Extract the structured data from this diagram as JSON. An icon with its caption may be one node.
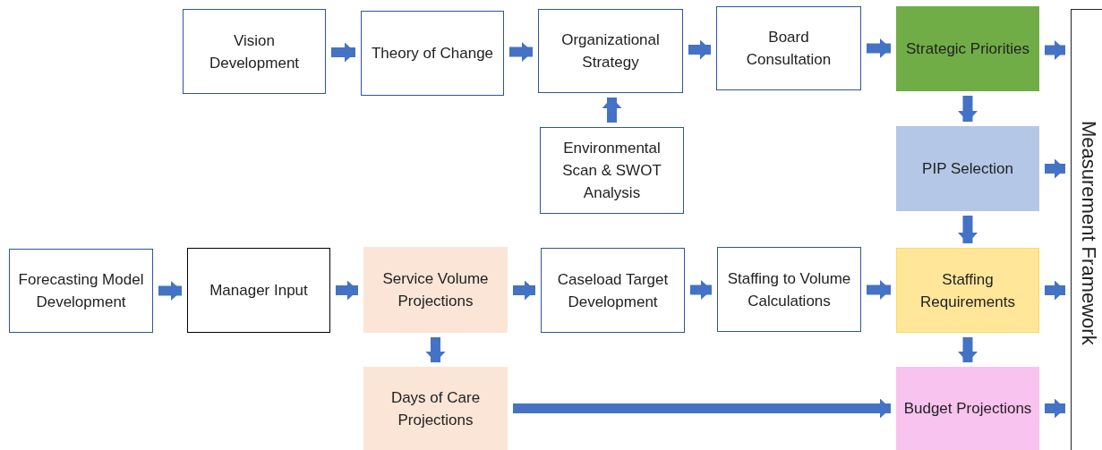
{
  "diagram": {
    "nodes": [
      {
        "text": [
          "Vision Development"
        ]
      },
      {
        "text": [
          "Theory of Change"
        ]
      },
      {
        "text": [
          "Organizational Strategy"
        ]
      },
      {
        "text": [
          "Board Consultation"
        ]
      },
      {
        "text": [
          "Strategic Priorities"
        ]
      },
      {
        "text": [
          "Environmental Scan & SWOT Analysis"
        ]
      },
      {
        "text": [
          "PIP Selection"
        ]
      },
      {
        "text": [
          "Forecasting Model Development"
        ]
      },
      {
        "text": [
          "Manager Input"
        ]
      },
      {
        "text": [
          "Service Volume Projections"
        ]
      },
      {
        "text": [
          "Caseload Target Development"
        ]
      },
      {
        "text": [
          "Staffing to Volume Calculations"
        ]
      },
      {
        "text": [
          "Staffing Requirements"
        ]
      },
      {
        "text": [
          "Days of Care Projections"
        ]
      },
      {
        "text": [
          "Budget Projections"
        ]
      },
      {
        "text": [
          "Measurement Framework"
        ]
      }
    ],
    "edges": [
      {
        "from": 0,
        "to": 1,
        "arrow": "to"
      },
      {
        "from": 1,
        "to": 2,
        "arrow": "to"
      },
      {
        "from": 2,
        "to": 3,
        "arrow": "to"
      },
      {
        "from": 3,
        "to": 4,
        "arrow": "to"
      },
      {
        "from": 4,
        "to": 15,
        "arrow": "to"
      },
      {
        "from": 5,
        "to": 2,
        "arrow": "to"
      },
      {
        "from": 4,
        "to": 6,
        "arrow": "to"
      },
      {
        "from": 6,
        "to": 15,
        "arrow": "to"
      },
      {
        "from": 6,
        "to": 12,
        "arrow": "to"
      },
      {
        "from": 7,
        "to": 8,
        "arrow": "to"
      },
      {
        "from": 8,
        "to": 9,
        "arrow": "to"
      },
      {
        "from": 9,
        "to": 10,
        "arrow": "to"
      },
      {
        "from": 10,
        "to": 11,
        "arrow": "to"
      },
      {
        "from": 11,
        "to": 12,
        "arrow": "to"
      },
      {
        "from": 12,
        "to": 15,
        "arrow": "to"
      },
      {
        "from": 9,
        "to": 13,
        "arrow": "to"
      },
      {
        "from": 12,
        "to": 14,
        "arrow": "to"
      },
      {
        "from": 13,
        "to": 14,
        "arrow": "to"
      },
      {
        "from": 14,
        "to": 15,
        "arrow": "to"
      }
    ]
  }
}
